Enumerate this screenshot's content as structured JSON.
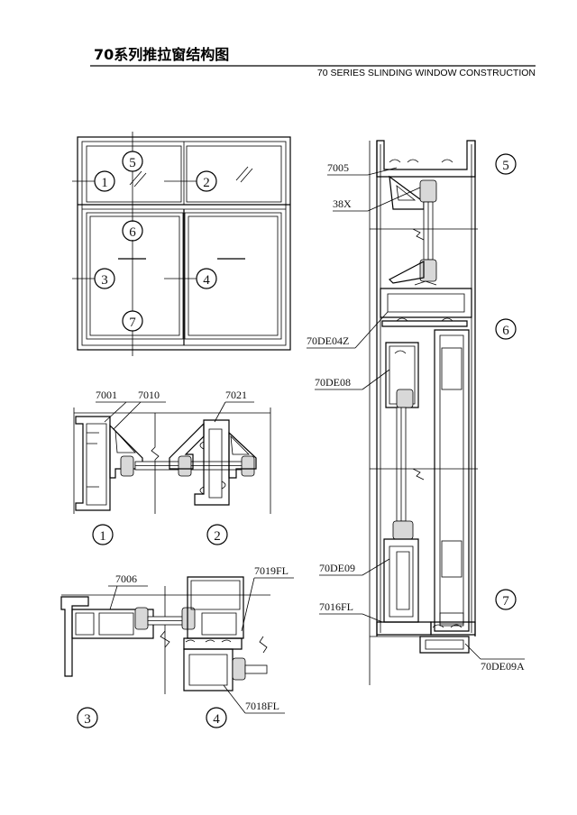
{
  "title": {
    "cn": "70系列推拉窗结构图",
    "en": "70 SERIES SLINDING WINDOW CONSTRUCTION"
  },
  "elevation": {
    "markers": [
      "1",
      "2",
      "3",
      "4",
      "5",
      "6",
      "7"
    ]
  },
  "section_12": {
    "parts": [
      "7001",
      "7010",
      "7021"
    ],
    "markers": [
      "1",
      "2"
    ]
  },
  "section_34": {
    "parts": [
      "7006",
      "7019FL",
      "7018FL"
    ],
    "markers": [
      "3",
      "4"
    ]
  },
  "vertical_section": {
    "parts": [
      "7005",
      "38X",
      "70DE04Z",
      "70DE08",
      "70DE09",
      "7016FL",
      "70DE09A"
    ],
    "markers": [
      "5",
      "6",
      "7"
    ]
  }
}
